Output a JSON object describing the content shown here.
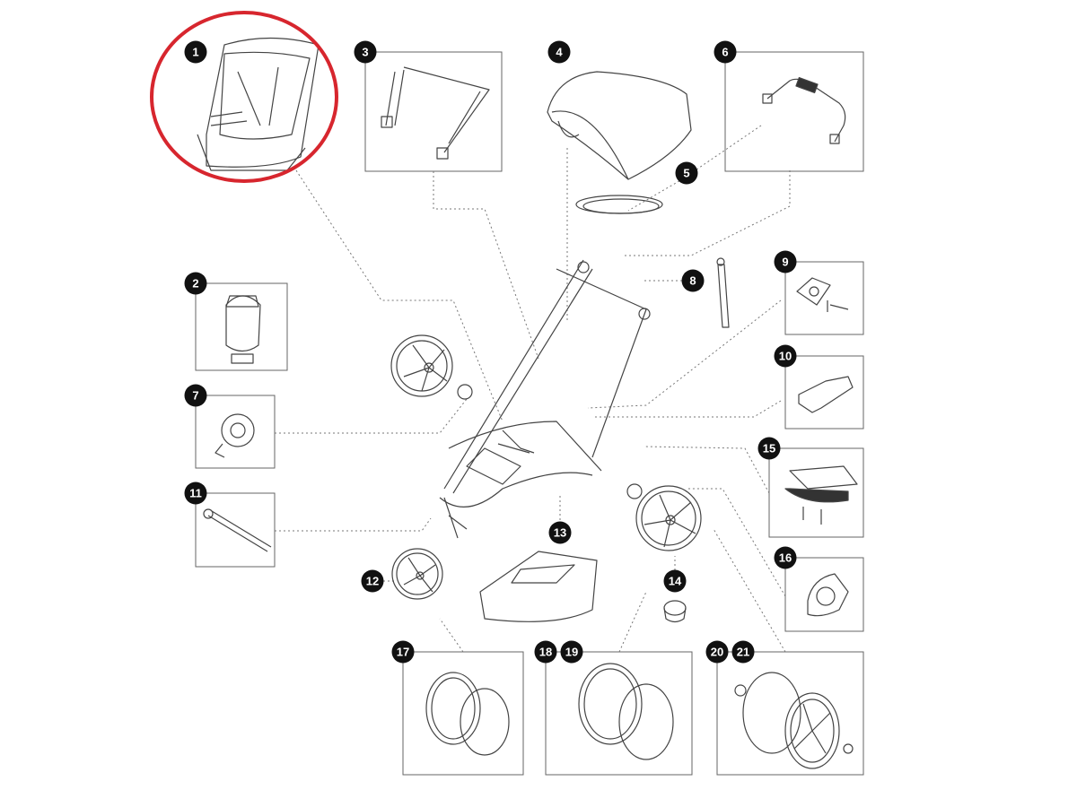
{
  "diagram": {
    "highlight_color": "#d7262e",
    "line_color": "#555555",
    "badges": [
      "1",
      "2",
      "3",
      "4",
      "5",
      "6",
      "7",
      "8",
      "9",
      "10",
      "11",
      "12",
      "13",
      "14",
      "15",
      "16",
      "17",
      "18",
      "19",
      "20",
      "21"
    ]
  }
}
